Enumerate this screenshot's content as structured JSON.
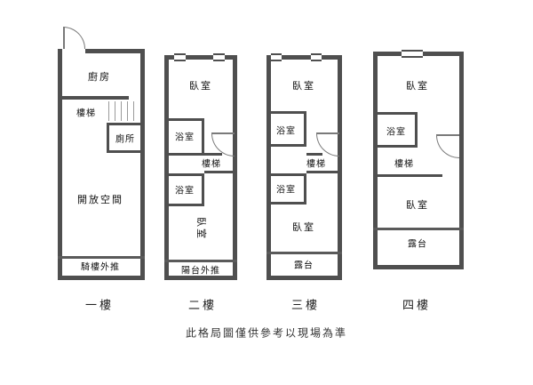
{
  "caption": "此格局圖僅供參考以現場為準",
  "floors": [
    {
      "label": "一樓",
      "rooms": {
        "kitchen": "廚房",
        "stairs": "樓梯",
        "toilet": "廁所",
        "open_space": "開放空間",
        "arcade_extension": "騎樓外推"
      }
    },
    {
      "label": "二樓",
      "rooms": {
        "bedroom_top": "臥室",
        "bathroom_upper": "浴室",
        "stairs": "樓梯",
        "bathroom_lower": "浴室",
        "bedroom_bottom": "臥室",
        "balcony_extension": "陽台外推"
      }
    },
    {
      "label": "三樓",
      "rooms": {
        "bedroom_top": "臥室",
        "bathroom_upper": "浴室",
        "stairs": "樓梯",
        "bathroom_lower": "浴室",
        "bedroom_bottom": "臥室",
        "terrace": "露台"
      }
    },
    {
      "label": "四樓",
      "rooms": {
        "bedroom_top": "臥室",
        "bathroom": "浴室",
        "stairs": "樓梯",
        "bedroom_bottom": "臥室",
        "terrace": "露台"
      }
    }
  ]
}
